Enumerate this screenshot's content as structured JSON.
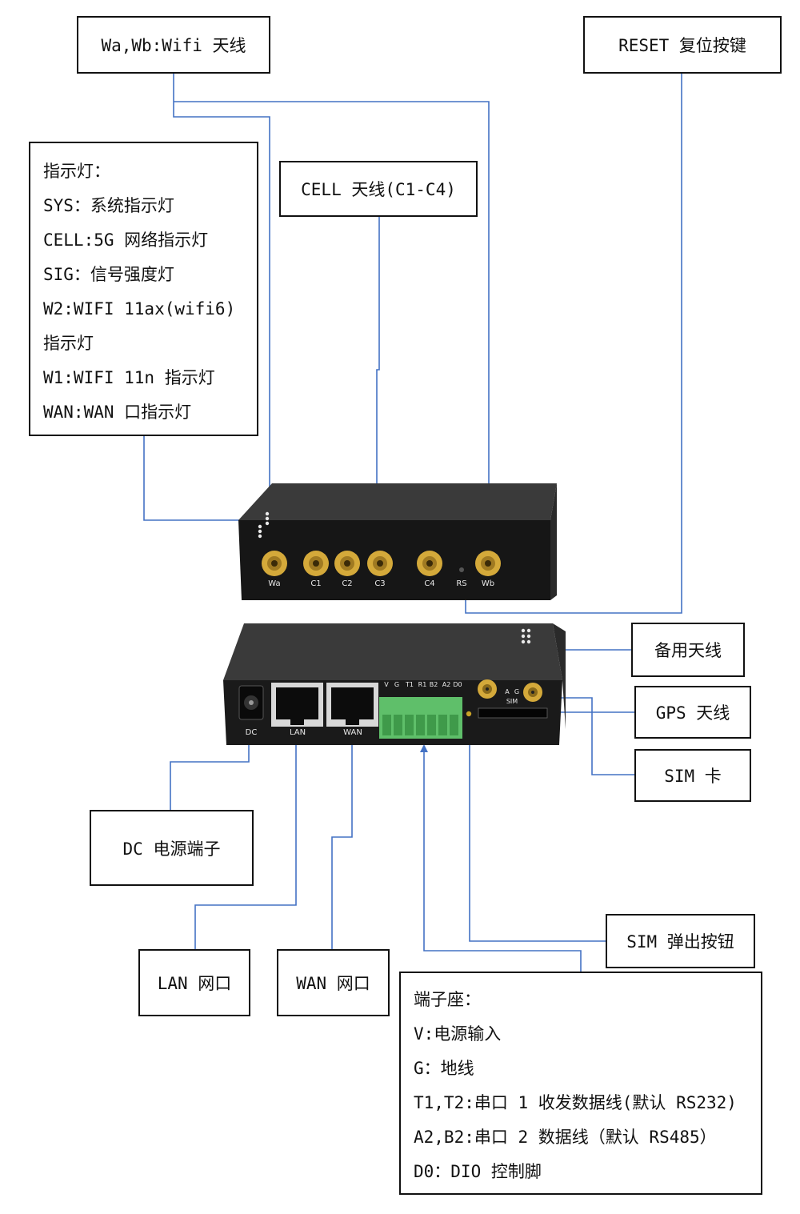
{
  "labels": {
    "wifi_antenna": "Wa,Wb:Wifi 天线",
    "reset_button": "RESET 复位按键",
    "cell_antenna": "CELL 天线(C1-C4)",
    "backup_antenna": "备用天线",
    "gps_antenna": "GPS 天线",
    "sim_card": "SIM 卡",
    "dc_power": "DC 电源端子",
    "lan_port": "LAN 网口",
    "wan_port": "WAN 网口",
    "sim_eject": "SIM 弹出按钮"
  },
  "indicator_box": {
    "lines": [
      "指示灯：",
      "SYS：系统指示灯",
      "CELL:5G 网络指示灯",
      "SIG：信号强度灯",
      "W2:WIFI 11ax(wifi6)",
      "指示灯",
      "W1:WIFI 11n 指示灯",
      "WAN:WAN 口指示灯"
    ]
  },
  "terminal_box": {
    "lines": [
      "端子座：",
      "V:电源输入",
      "G：地线",
      "T1,T2:串口 1 收发数据线(默认 RS232)",
      "A2,B2:串口 2 数据线（默认 RS485）",
      "D0：DIO 控制脚"
    ]
  },
  "device_front": {
    "connectors": [
      "Wa",
      "C1",
      "C2",
      "C3",
      "C4",
      "RS",
      "Wb"
    ]
  },
  "device_back": {
    "port_labels": [
      "DC",
      "LAN",
      "WAN"
    ],
    "terminal_pins": [
      "V",
      "G",
      "T1",
      "R1",
      "B2",
      "A2",
      "D0"
    ],
    "antenna_marks": [
      "A",
      "G"
    ],
    "sim_label": "SIM"
  },
  "colors": {
    "connector_line": "#4472c4",
    "device_body": "#2b2b2b",
    "terminal_block": "#5fbf6a"
  }
}
